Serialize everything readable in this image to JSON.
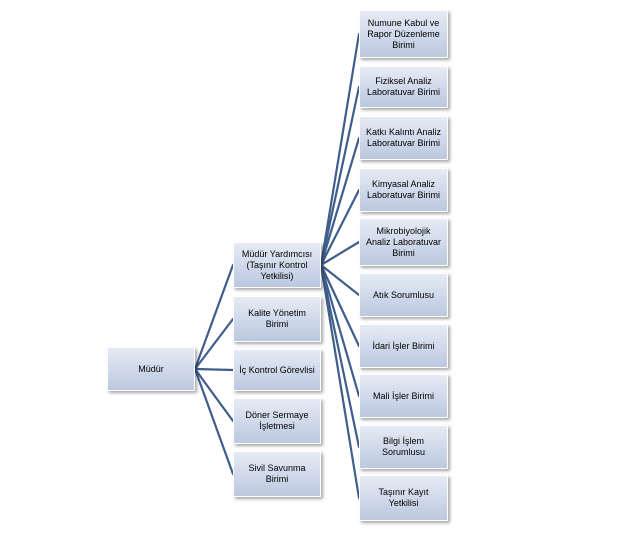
{
  "colors": {
    "connector": "#3f5e8c",
    "box_top": "#e6ebf4",
    "box_bottom": "#bcc8df"
  },
  "root": {
    "label": "Müdür"
  },
  "level1": [
    {
      "label": "Müdür Yardımcısı\n(Taşınır Kontrol\nYetkilisi)"
    },
    {
      "label": "Kalite Yönetim\nBirimi"
    },
    {
      "label": "İç Kontrol Görevlisi"
    },
    {
      "label": "Döner Sermaye\nİşletmesi"
    },
    {
      "label": "Sivil Savunma\nBirimi"
    }
  ],
  "level2": [
    {
      "label": "Numune Kabul ve\nRapor Düzenleme\nBirimi"
    },
    {
      "label": "Fiziksel Analiz\nLaboratuvar Birimi"
    },
    {
      "label": "Katkı Kalıntı Analiz\nLaboratuvar Birimi"
    },
    {
      "label": "Kimyasal Analiz\nLaboratuvar Birimi"
    },
    {
      "label": "Mikrobiyolojik\nAnaliz Laboratuvar\nBirimi"
    },
    {
      "label": "Atık Sorumlusu"
    },
    {
      "label": "İdari İşler Birimi"
    },
    {
      "label": "Mali İşler Birimi"
    },
    {
      "label": "Bilgi İşlem\nSorumlusu"
    },
    {
      "label": "Taşınır Kayıt\nYetkilisi"
    }
  ]
}
